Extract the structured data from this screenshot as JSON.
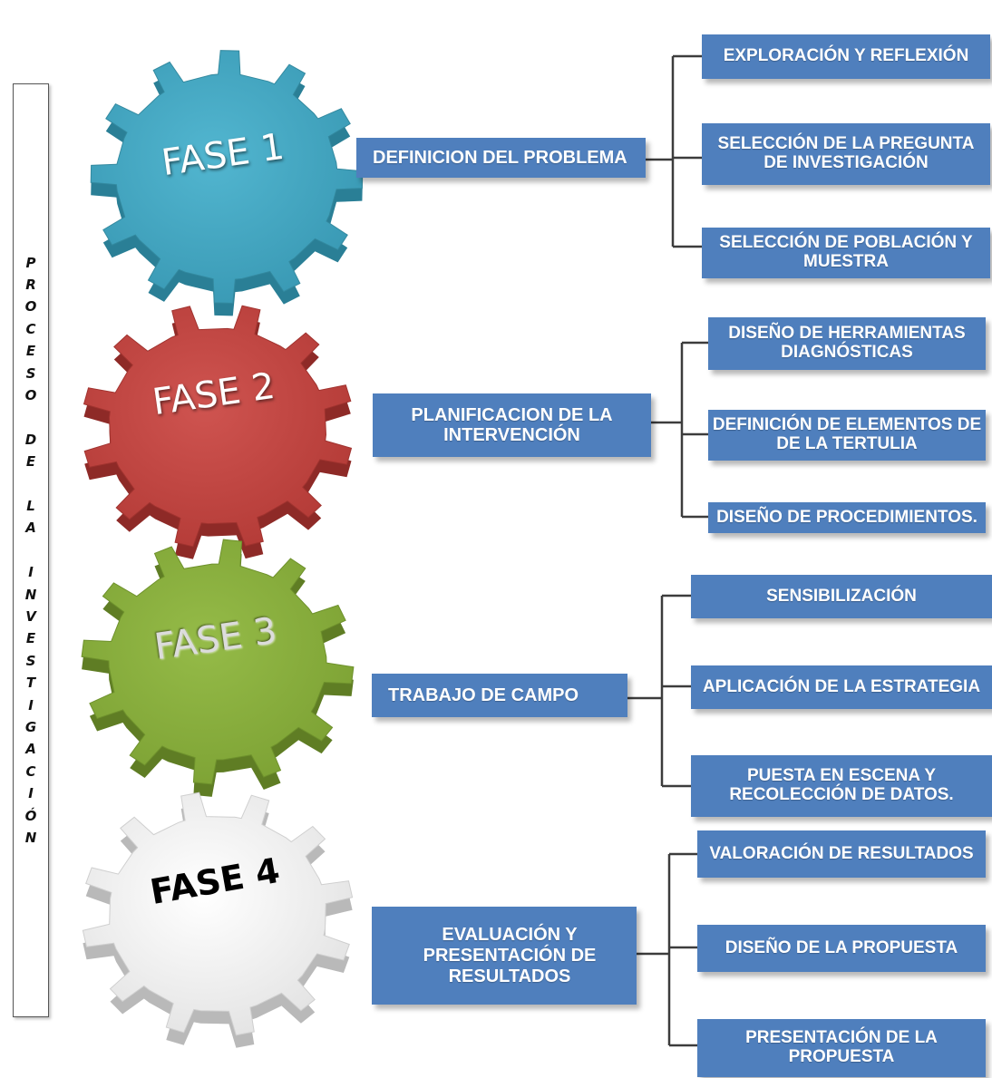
{
  "side_title": "PROCESO DE LA INVESTIGACIÓN",
  "colors": {
    "box": "#4f7fbd",
    "connector": "#3c3c3c",
    "gear_1": "#3fa2bd",
    "gear_2": "#c0443f",
    "gear_3": "#86ad3c",
    "gear_4": "#e6e6e6"
  },
  "phases": [
    {
      "gear_label": "FASE 1",
      "name": "DEFINICION DEL PROBLEMA",
      "steps": [
        "EXPLORACIÓN Y REFLEXIÓN",
        "SELECCIÓN DE LA PREGUNTA DE INVESTIGACIÓN",
        "SELECCIÓN DE POBLACIÓN Y MUESTRA"
      ]
    },
    {
      "gear_label": "FASE 2",
      "name": "PLANIFICACION DE LA INTERVENCIÓN",
      "steps": [
        "DISEÑO DE HERRAMIENTAS DIAGNÓSTICAS",
        "DEFINICIÓN DE  ELEMENTOS DE DE LA TERTULIA",
        "DISEÑO DE PROCEDIMIENTOS."
      ]
    },
    {
      "gear_label": "FASE 3",
      "name": "TRABAJO DE CAMPO",
      "steps": [
        "SENSIBILIZACIÓN",
        "APLICACIÓN DE LA ESTRATEGIA",
        "PUESTA EN ESCENA Y RECOLECCIÓN DE DATOS."
      ]
    },
    {
      "gear_label": "FASE 4",
      "name": "EVALUACIÓN Y PRESENTACIÓN DE RESULTADOS",
      "steps": [
        "VALORACIÓN DE RESULTADOS",
        "DISEÑO DE LA PROPUESTA",
        "PRESENTACIÓN DE LA PROPUESTA"
      ]
    }
  ]
}
